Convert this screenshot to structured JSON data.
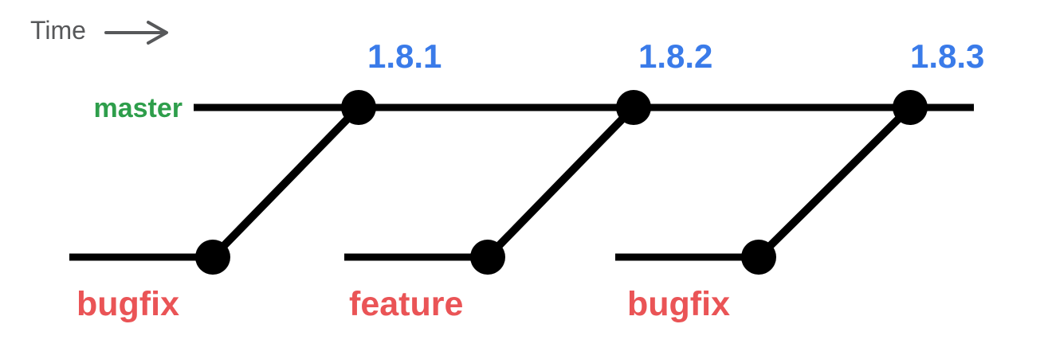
{
  "title": "Git release branching diagram",
  "colors": {
    "background": "#ffffff",
    "line": "#000000",
    "time": "#57585a",
    "master": "#2e9e4b",
    "version": "#3a7be9",
    "branch": "#ea5456"
  },
  "time_axis": {
    "label": "Time"
  },
  "master": {
    "label": "master",
    "versions": [
      "1.8.1",
      "1.8.2",
      "1.8.3"
    ]
  },
  "branches": [
    {
      "label": "bugfix",
      "merges_into": "1.8.1"
    },
    {
      "label": "feature",
      "merges_into": "1.8.2"
    },
    {
      "label": "bugfix",
      "merges_into": "1.8.3"
    }
  ]
}
